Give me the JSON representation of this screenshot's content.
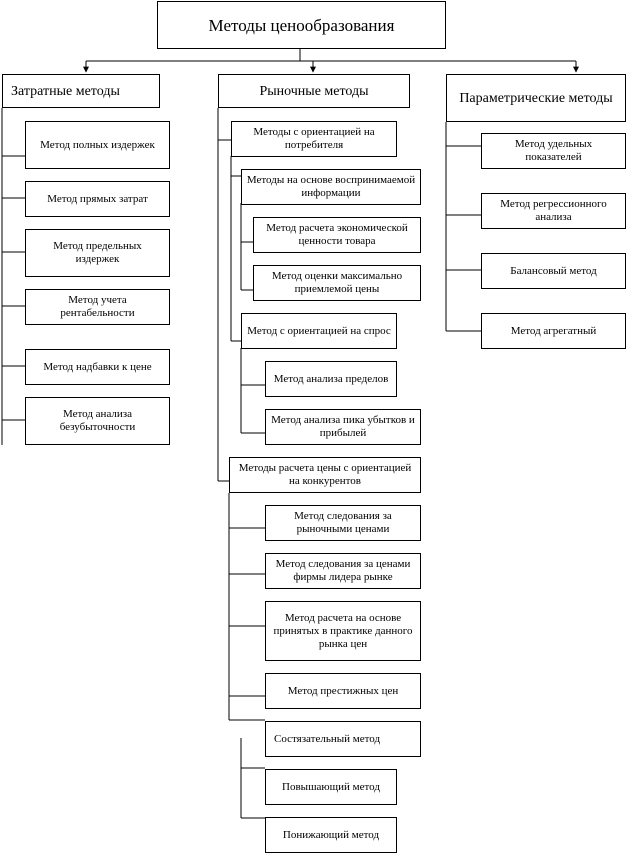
{
  "title": "Методы ценообразования",
  "cost": {
    "label": "Затратные методы",
    "items": [
      "Метод полных издержек",
      "Метод прямых затрат",
      "Метод предельных издержек",
      "Метод учета рентабельности",
      "Метод надбавки к цене",
      "Метод анализа безубыточности"
    ]
  },
  "market": {
    "label": "Рыночные методы",
    "consumer": {
      "label": "Методы с ориентацией на потребителя",
      "perceived": {
        "label": "Методы на основе воспринимаемой информации",
        "items": [
          "Метод расчета экономической ценности товара",
          "Метод оценки максимально приемлемой цены"
        ]
      },
      "demand": {
        "label": "Метод с ориентацией на спрос",
        "items": [
          "Метод анализа пределов",
          "Метод анализа пика убытков и прибылей"
        ]
      }
    },
    "competitors": {
      "label": "Методы расчета цены с ориентацией на конкурентов",
      "items": [
        "Метод следования за рыночными ценами",
        "Метод следования за ценами фирмы лидера рынке",
        "Метод расчета на основе принятых в практике данного рынка цен",
        "Метод престижных цен"
      ]
    },
    "tender": {
      "items": [
        "Состязательный метод",
        "Повышающий метод",
        "Понижающий метод"
      ]
    }
  },
  "parametric": {
    "label": "Параметрические методы",
    "items": [
      "Метод удельных показателей",
      "Метод регрессионного анализа",
      "Балансовый метод",
      "Метод агрегатный"
    ]
  }
}
